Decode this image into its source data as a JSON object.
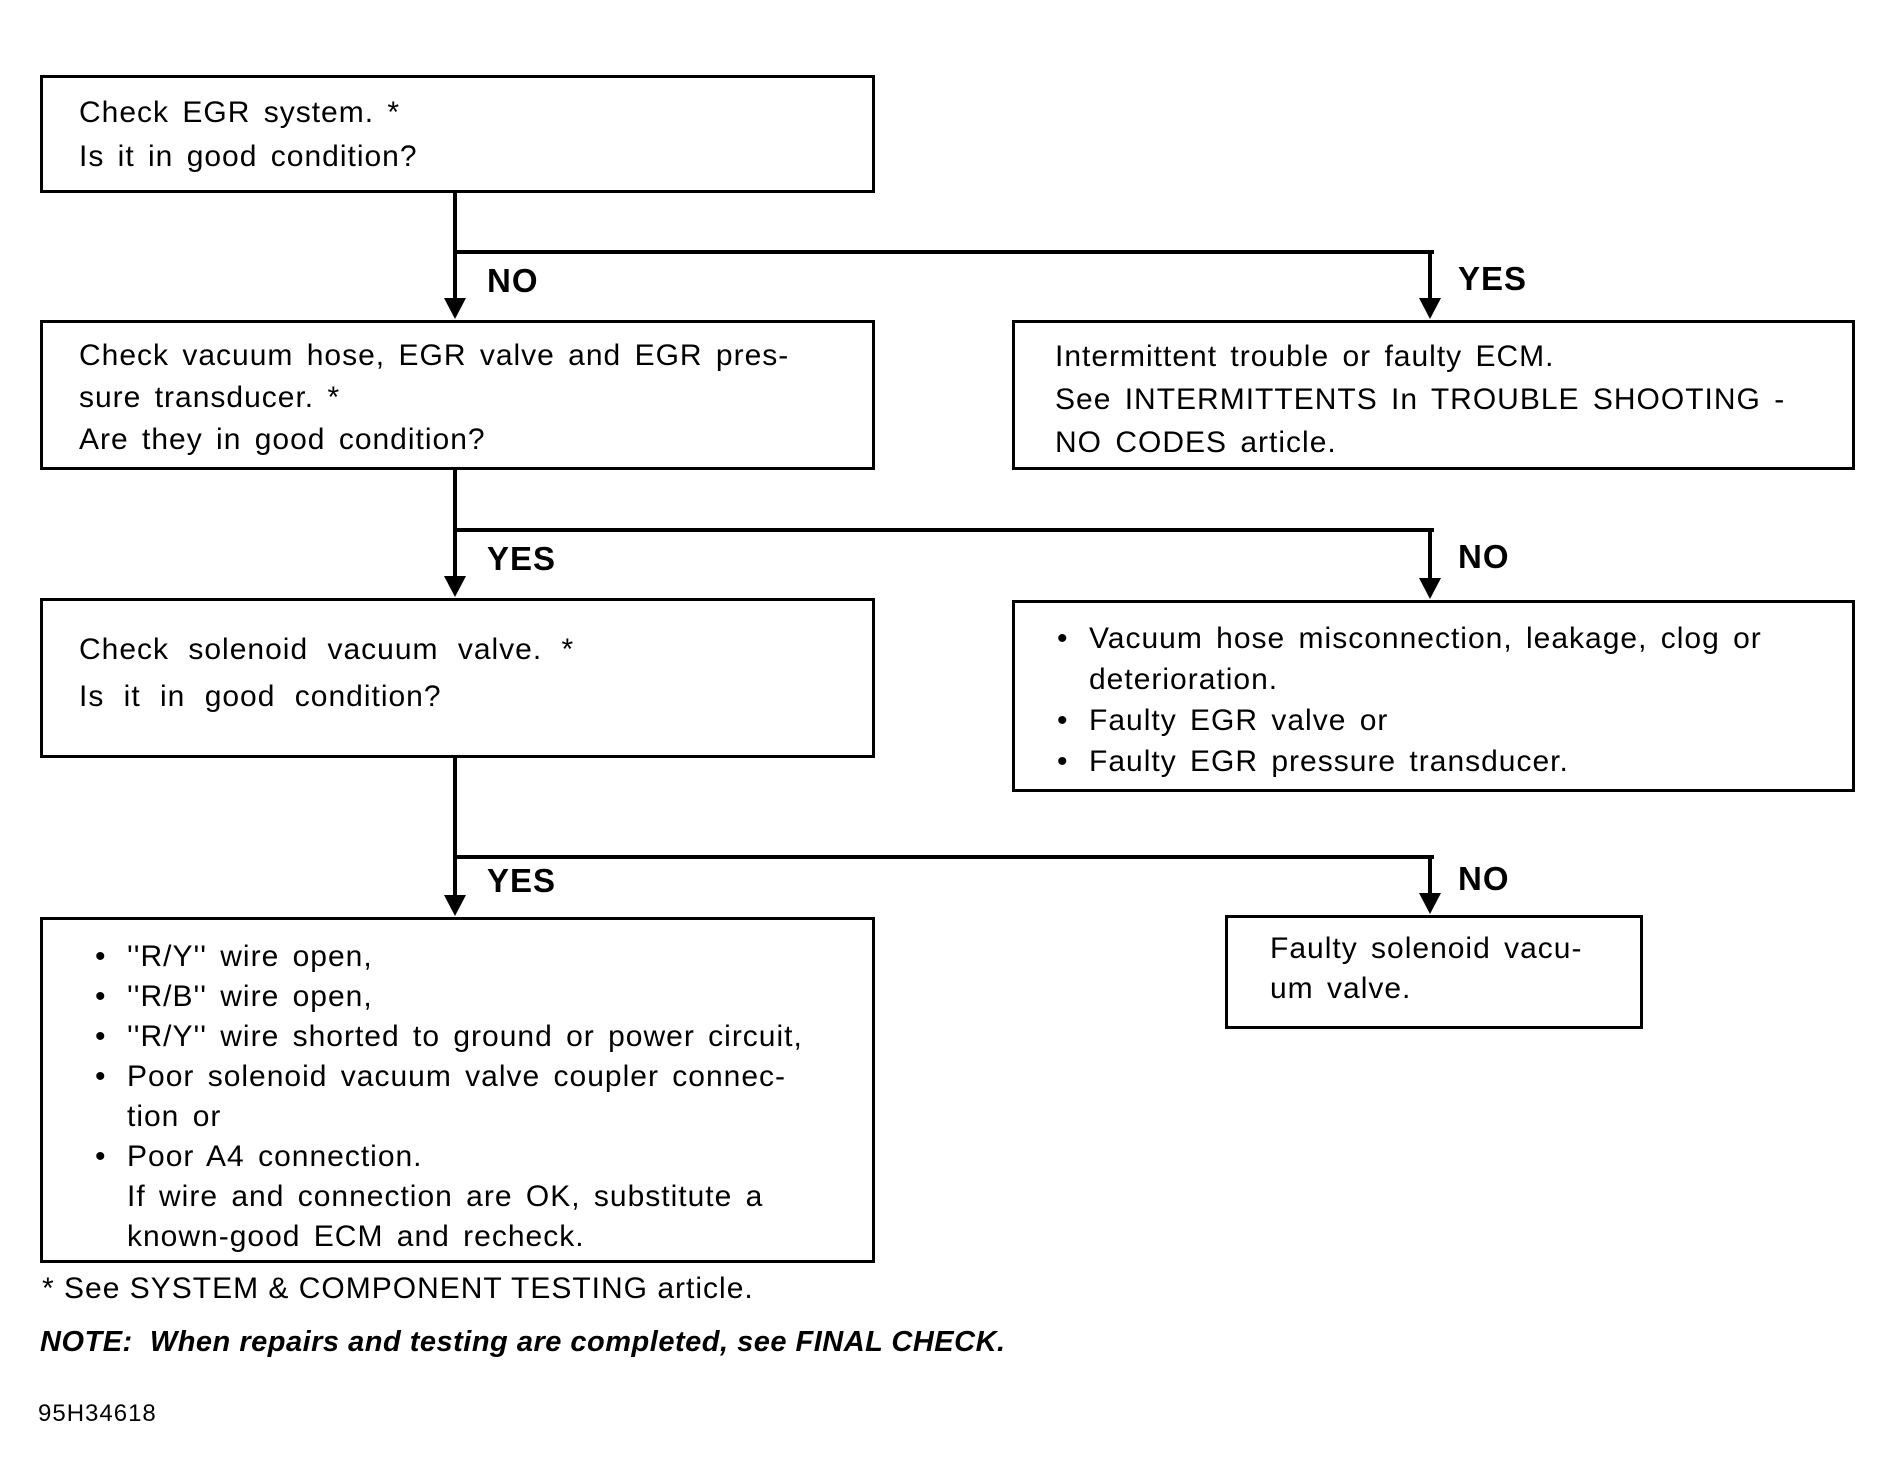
{
  "diagram": {
    "type": "flowchart",
    "colors": {
      "ink": "#000000",
      "background": "#ffffff"
    },
    "glyphs": {
      "bullet": "•"
    },
    "boxes": {
      "check_egr": {
        "lines": [
          "Check EGR system. *",
          "Is it in good condition?"
        ]
      },
      "check_hose": {
        "lines": [
          "Check vacuum hose, EGR valve and EGR pres-",
          "sure transducer. *",
          "Are they in good condition?"
        ]
      },
      "check_solenoid": {
        "lines": [
          "Check solenoid vacuum valve. *",
          "Is it in good condition?"
        ]
      },
      "intermittent": {
        "lines": [
          "Intermittent trouble or faulty ECM.",
          "See INTERMITTENTS In TROUBLE SHOOTING -",
          "NO CODES article."
        ]
      },
      "hose_faults": {
        "items": [
          {
            "lines": [
              "Vacuum hose misconnection, leakage, clog or",
              "deterioration."
            ]
          },
          {
            "lines": [
              "Faulty EGR valve or"
            ]
          },
          {
            "lines": [
              "Faulty EGR pressure transducer."
            ]
          }
        ]
      },
      "wire_faults": {
        "items": [
          {
            "lines": [
              "''R/Y'' wire open,"
            ]
          },
          {
            "lines": [
              "''R/B'' wire open,"
            ]
          },
          {
            "lines": [
              "''R/Y'' wire shorted to ground or power circuit,"
            ]
          },
          {
            "lines": [
              "Poor solenoid vacuum valve coupler connec-",
              "tion or"
            ]
          },
          {
            "lines": [
              "Poor A4 connection.",
              "If wire and connection are OK, substitute a",
              "known-good ECM and recheck."
            ]
          }
        ]
      },
      "faulty_solenoid": {
        "lines": [
          "Faulty solenoid vacu-",
          "um valve."
        ]
      }
    },
    "labels": {
      "split1_left": "NO",
      "split1_right": "YES",
      "split2_left": "YES",
      "split2_right": "NO",
      "split3_left": "YES",
      "split3_right": "NO"
    },
    "footnote": "* See SYSTEM & COMPONENT TESTING article.",
    "note": "NOTE:  When repairs and testing are completed, see FINAL CHECK.",
    "id_code": "95H34618"
  }
}
